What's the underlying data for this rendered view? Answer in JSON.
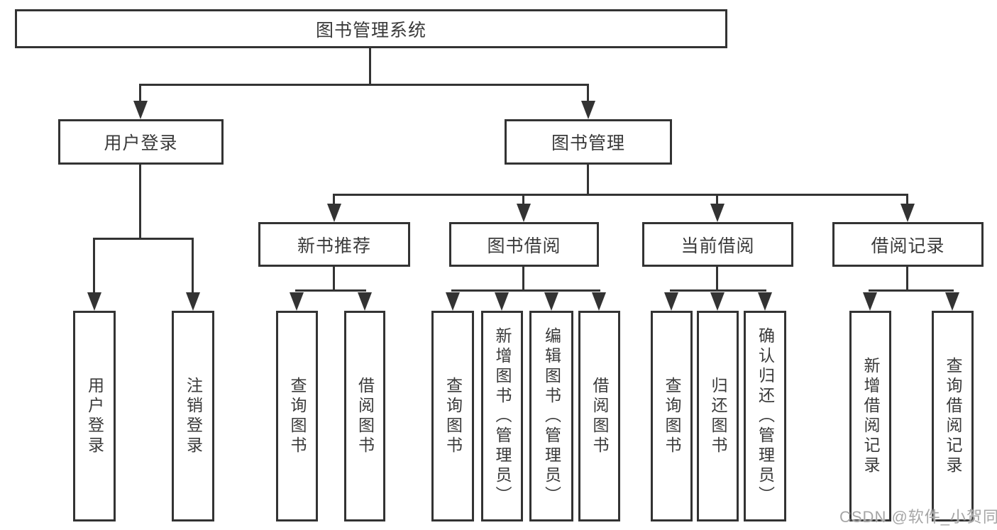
{
  "diagram": {
    "root": {
      "label": "图书管理系统"
    },
    "level2": [
      {
        "label": "用户登录"
      },
      {
        "label": "图书管理"
      }
    ],
    "level3": [
      {
        "label": "新书推荐"
      },
      {
        "label": "图书借阅"
      },
      {
        "label": "当前借阅"
      },
      {
        "label": "借阅记录"
      }
    ],
    "leaves": {
      "user_login": [
        "用户登录",
        "注销登录"
      ],
      "new_book": [
        "查询图书",
        "借阅图书"
      ],
      "book_borrow": [
        "查询图书",
        "新增图书（管理员）",
        "编辑图书（管理员）",
        "借阅图书"
      ],
      "current_borrow": [
        "查询图书",
        "归还图书",
        "确认归还（管理员）"
      ],
      "borrow_records": [
        "新增借阅记录",
        "查询借阅记录"
      ]
    },
    "watermark": "CSDN @软件_小贺同学",
    "colors": {
      "line": "#333333",
      "text": "#3a3a3a",
      "watermark": "#a6a6a6",
      "background": "#ffffff"
    }
  }
}
